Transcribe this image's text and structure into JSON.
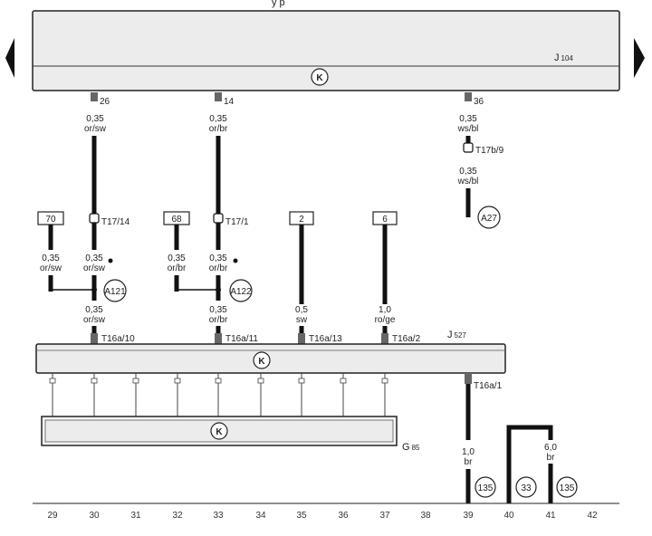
{
  "header_text": "y p",
  "components": {
    "j104": {
      "main": "J",
      "sub": "104"
    },
    "j527": {
      "main": "J",
      "sub": "527"
    },
    "g85": {
      "main": "G",
      "sub": "85"
    }
  },
  "k_symbol": "K",
  "wires": {
    "w26": {
      "pin": "26",
      "gauge": "0,35",
      "color": "or/sw"
    },
    "w14": {
      "pin": "14",
      "gauge": "0,35",
      "color": "or/br"
    },
    "w36": {
      "pin": "36",
      "gauge": "0,35",
      "color": "ws/bl",
      "connector": "T17b/9",
      "gauge2": "0,35",
      "color2": "ws/bl",
      "ground": "A27"
    },
    "c30": {
      "connector": "T17/14",
      "ref": "70",
      "side_gauge": "0,35",
      "side_color": "or/sw",
      "gauge_top": "0,35",
      "color_top": "or/sw",
      "splice": "A121",
      "gauge_bot": "0,35",
      "color_bot": "or/sw",
      "bottom_conn": "T16a/10"
    },
    "c33": {
      "connector": "T17/1",
      "ref": "68",
      "side_gauge": "0,35",
      "side_color": "or/br",
      "gauge_top": "0,35",
      "color_top": "or/br",
      "splice": "A122",
      "gauge_bot": "0,35",
      "color_bot": "or/br",
      "bottom_conn": "T16a/11"
    },
    "c35": {
      "ref": "2",
      "gauge": "0,5",
      "color": "sw",
      "bottom_conn": "T16a/13"
    },
    "c37": {
      "ref": "6",
      "gauge": "1,0",
      "color": "ro/ge",
      "bottom_conn": "T16a/2"
    },
    "c39": {
      "conn": "T16a/1",
      "gauge": "1,0",
      "color": "br",
      "ground": "135"
    },
    "c41": {
      "gauge": "6,0",
      "color": "br",
      "ground": "135"
    },
    "c40": {
      "ground": "33"
    }
  },
  "axis": {
    "ticks": [
      "29",
      "30",
      "31",
      "32",
      "33",
      "34",
      "35",
      "36",
      "37",
      "38",
      "39",
      "40",
      "41",
      "42"
    ]
  }
}
